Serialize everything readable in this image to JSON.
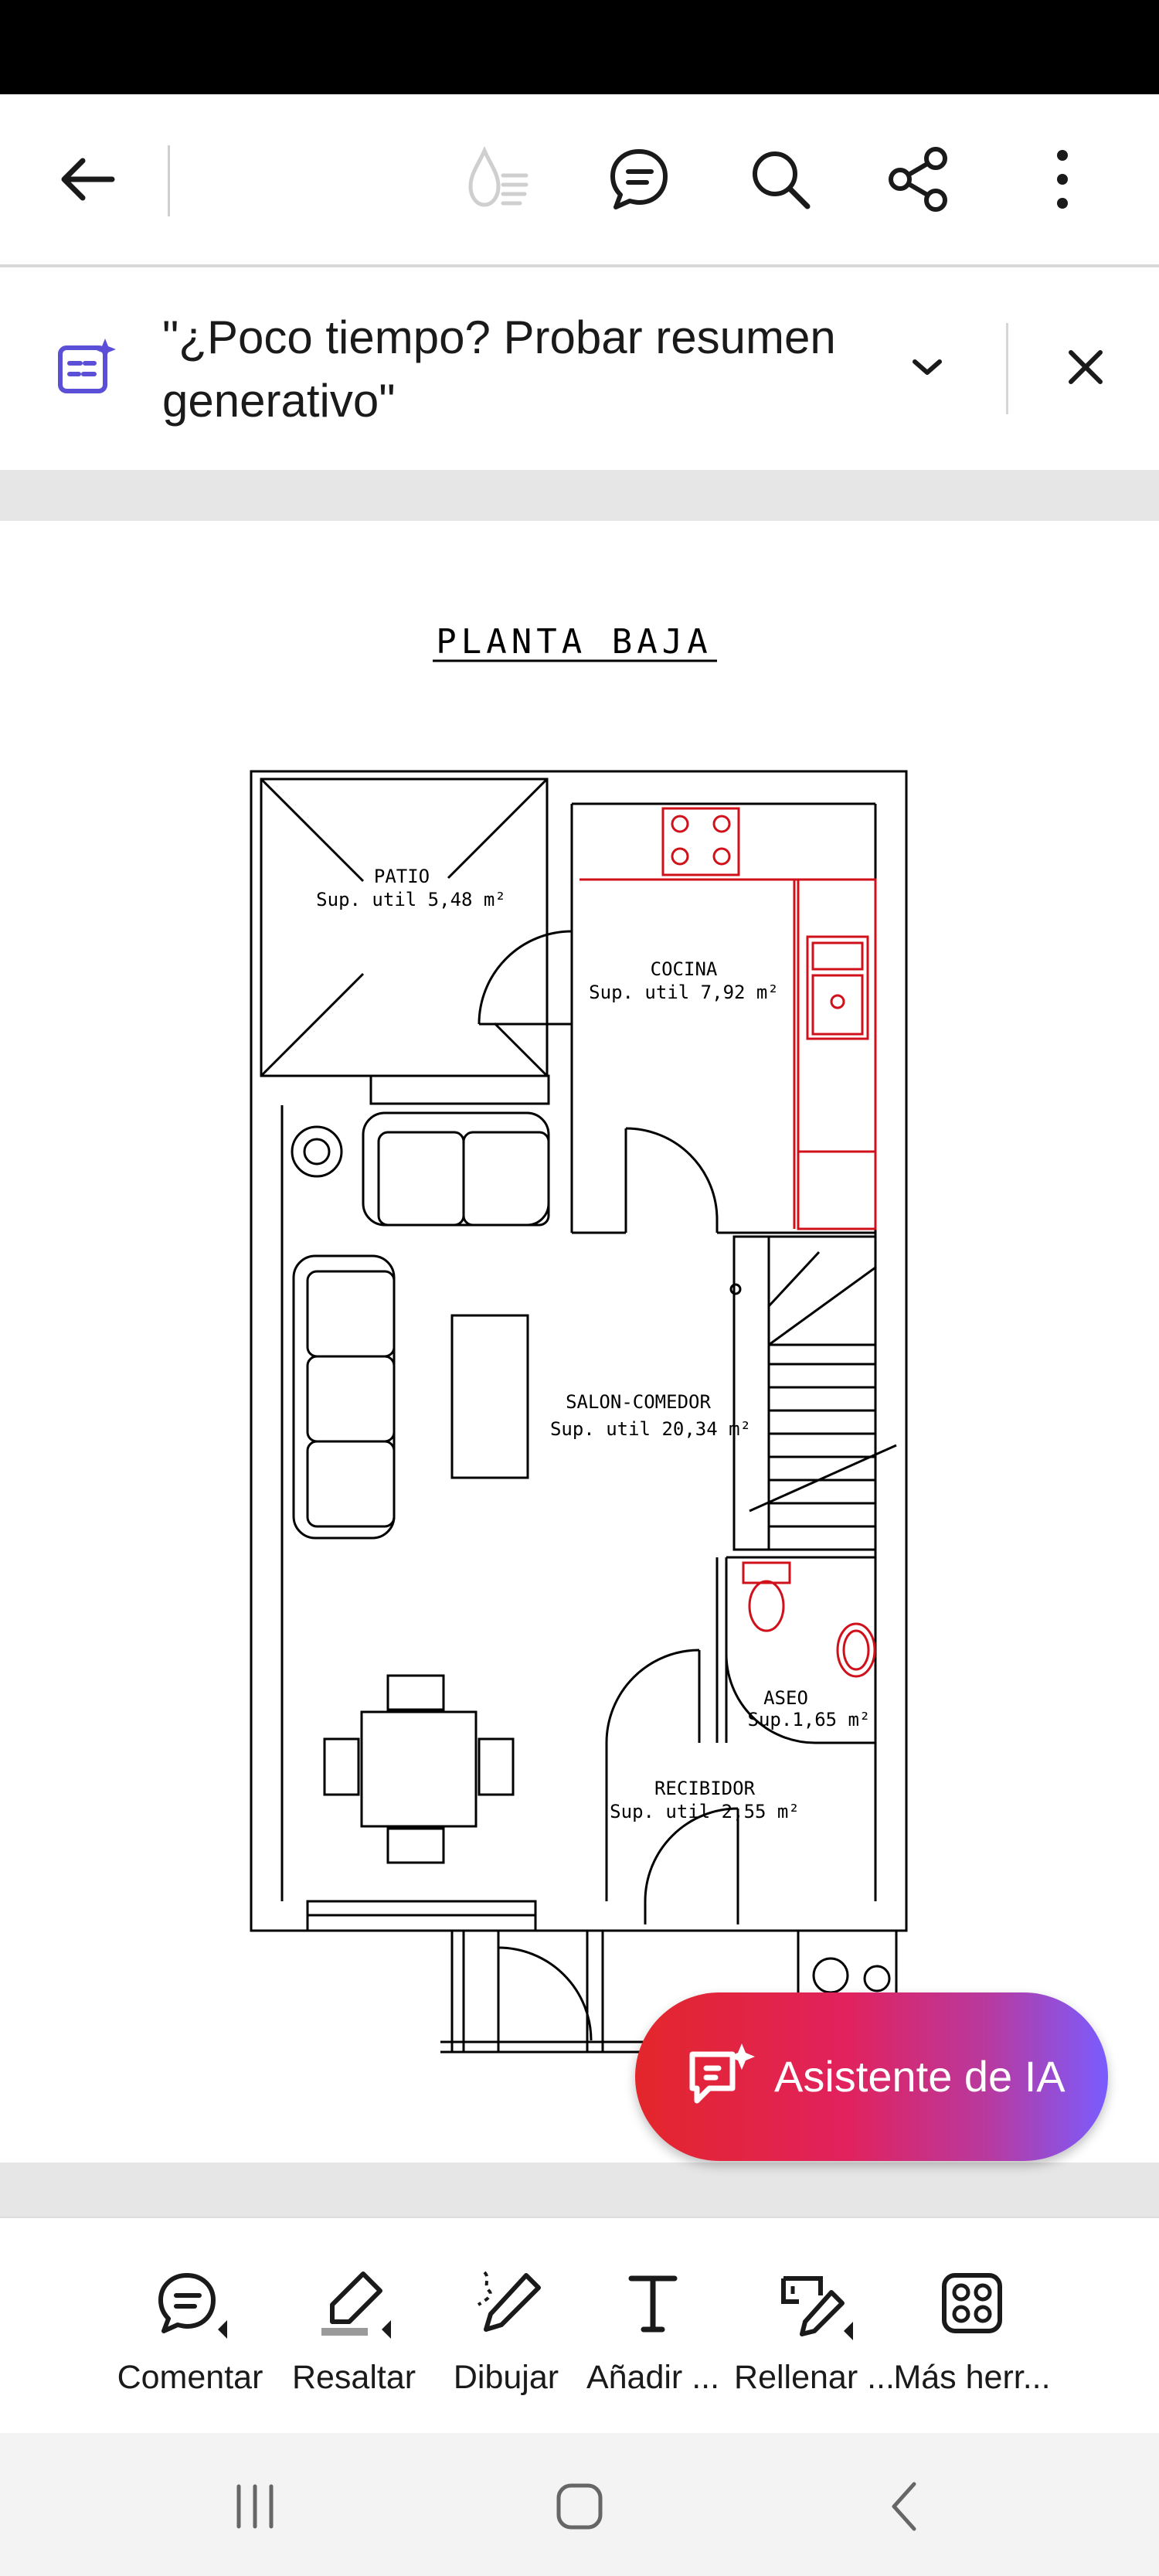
{
  "toolbar": {
    "back_icon": "arrow-left-icon",
    "icons": [
      "liquid-mode-icon",
      "comment-bubble-icon",
      "search-icon",
      "share-icon",
      "more-vertical-icon"
    ]
  },
  "banner": {
    "icon": "ai-summary-icon",
    "text": "\"¿Poco tiempo? Probar resumen generativo\"",
    "expand_icon": "chevron-down-icon",
    "close_icon": "close-icon"
  },
  "document": {
    "title": "PLANTA BAJA",
    "rooms": {
      "patio": {
        "name": "PATIO",
        "area": "Sup. util 5,48 m²"
      },
      "cocina": {
        "name": "COCINA",
        "area": "Sup. util 7,92 m²"
      },
      "salon": {
        "name": "SALON-COMEDOR",
        "area": "Sup. util 20,34 m²"
      },
      "aseo": {
        "name": "ASEO",
        "area": "Sup.1,65 m²"
      },
      "recibidor": {
        "name": "RECIBIDOR",
        "area": "Sup. util 2,55 m²"
      }
    }
  },
  "ai_button": {
    "label": "Asistente de IA",
    "icon": "ai-chat-sparkle-icon"
  },
  "bottom_tools": [
    {
      "label": "Comentar",
      "icon": "comment-icon"
    },
    {
      "label": "Resaltar",
      "icon": "highlighter-icon"
    },
    {
      "label": "Dibujar",
      "icon": "draw-pencil-icon"
    },
    {
      "label": "Añadir ...",
      "icon": "add-text-icon"
    },
    {
      "label": "Rellenar ...",
      "icon": "fill-sign-icon"
    },
    {
      "label": "Más herr...",
      "icon": "more-tools-icon"
    }
  ],
  "navbar": {
    "icons": [
      "recent-apps-icon",
      "home-icon",
      "back-icon"
    ]
  }
}
